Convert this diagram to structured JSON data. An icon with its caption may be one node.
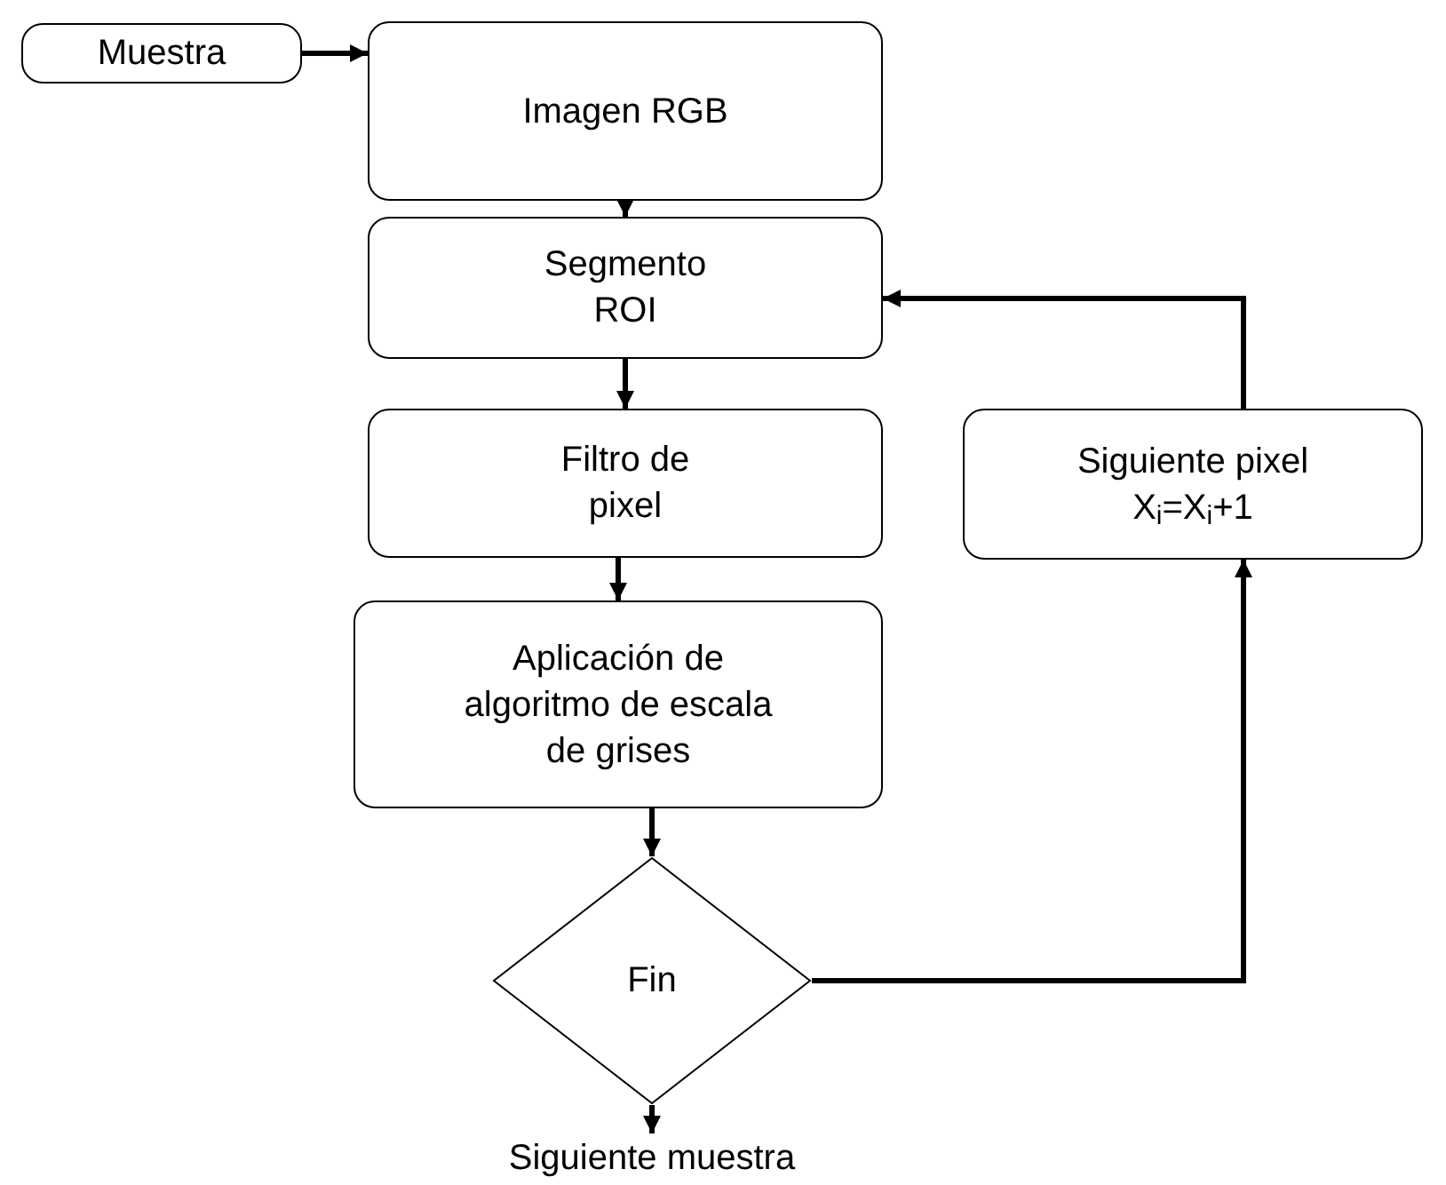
{
  "diagram": {
    "nodes": [
      {
        "text": [
          "Muestra"
        ]
      },
      {
        "text": [
          "Imagen RGB"
        ]
      },
      {
        "text": [
          "Segmento ROI"
        ]
      },
      {
        "text": [
          "Filtro de pixel"
        ]
      },
      {
        "text": [
          "Aplicación de algoritmo de escala de grises"
        ]
      },
      {
        "text": [
          "Fin"
        ]
      },
      {
        "text": [
          "Siguiente muestra"
        ]
      },
      {
        "text": [
          "Siguiente pixel",
          "X$_{i}$=X$_{i}$+1"
        ]
      }
    ],
    "edges": [
      {
        "from": 0,
        "to": 1,
        "arrow": "to"
      },
      {
        "from": 1,
        "to": 2,
        "arrow": "to"
      },
      {
        "from": 2,
        "to": 3,
        "arrow": "to"
      },
      {
        "from": 3,
        "to": 4,
        "arrow": "to"
      },
      {
        "from": 4,
        "to": 5,
        "arrow": "to"
      },
      {
        "from": 5,
        "to": 6,
        "arrow": "to"
      },
      {
        "from": 5,
        "to": 7,
        "arrow": "to"
      },
      {
        "from": 7,
        "to": 2,
        "arrow": "to"
      }
    ]
  }
}
